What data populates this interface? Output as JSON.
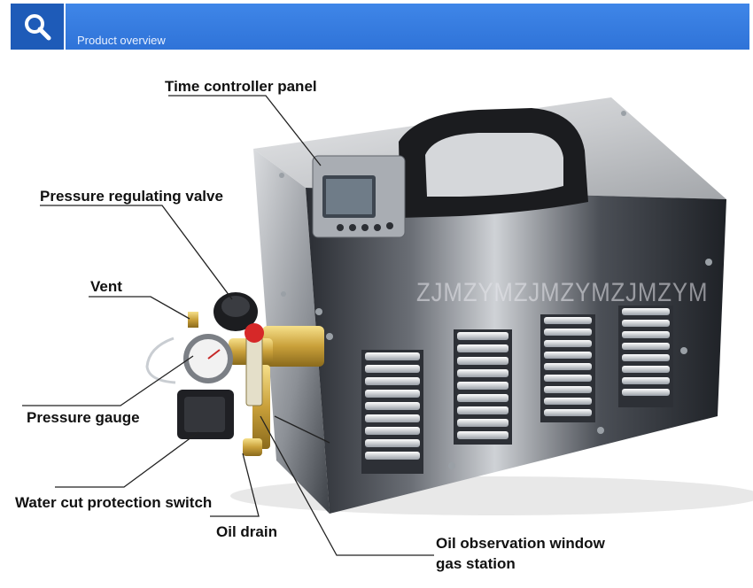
{
  "header": {
    "title": "Product overview",
    "icon": "search-icon",
    "color": "#3a80e4"
  },
  "watermark": "ZJMZYMZJMZYMZJMZYM",
  "labels": {
    "time_controller": "Time controller panel",
    "pressure_valve": "Pressure regulating valve",
    "vent": "Vent",
    "pressure_gauge": "Pressure gauge",
    "water_cut": "Water cut protection switch",
    "oil_drain": "Oil drain",
    "oil_window_line1": "Oil observation window",
    "oil_window_line2": "gas station"
  }
}
